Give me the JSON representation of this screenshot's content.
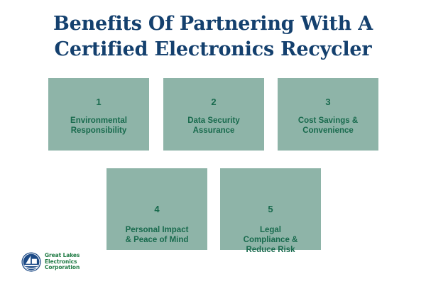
{
  "page": {
    "background_color": "#ffffff",
    "title_color": "#14406e",
    "card_color": "#8eb4a8",
    "card_text_color": "#186a4d",
    "logo_text_color": "#1f7a44",
    "logo_mark_color": "#1c4a86"
  },
  "title": {
    "line1": "Benefits Of Partnering With A",
    "line2": "Certified Electronics Recycler",
    "full": "Benefits Of Partnering With A Certified Electronics Recycler"
  },
  "benefits": [
    {
      "number": "1",
      "label": "Environmental\nResponsibility"
    },
    {
      "number": "2",
      "label": "Data Security\nAssurance"
    },
    {
      "number": "3",
      "label": "Cost Savings &\nConvenience"
    },
    {
      "number": "4",
      "label": "Personal Impact\n& Peace of Mind"
    },
    {
      "number": "5",
      "label": "Legal\nCompliance &\nReduce Risk"
    }
  ],
  "logo": {
    "icon": "great-lakes-sailboat-emblem-icon",
    "line1": "Great Lakes",
    "line2": "Electronics",
    "line3": "Corporation",
    "full_name": "Great Lakes Electronics Corporation"
  }
}
